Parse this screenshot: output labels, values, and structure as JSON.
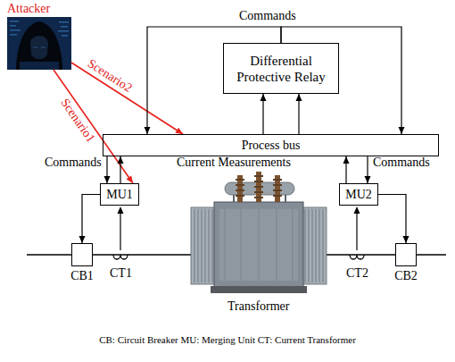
{
  "diagram": {
    "caption": "CB: Circuit Breaker MU: Merging Unit CT: Current Transformer",
    "nodes": [
      {
        "text": [
          "Attacker"
        ]
      },
      {
        "text": [
          "Differential Protective Relay"
        ]
      },
      {
        "text": [
          "Process bus"
        ]
      },
      {
        "text": [
          "MU1"
        ]
      },
      {
        "text": [
          "MU2"
        ]
      },
      {
        "text": [
          "CB1"
        ]
      },
      {
        "text": [
          "CB2"
        ]
      }
    ],
    "edges": [
      {
        "from": 0,
        "to": 3,
        "arrow": "to",
        "label": "Scenario1"
      },
      {
        "from": 0,
        "to": 2,
        "arrow": "to",
        "label": "Scenario2"
      },
      {
        "from": 1,
        "to": 2,
        "arrow": "to"
      },
      {
        "from": 1,
        "to": 2,
        "arrow": "to"
      },
      {
        "from": 2,
        "to": 1,
        "arrow": "to"
      },
      {
        "from": 2,
        "to": 1,
        "arrow": "to"
      },
      {
        "from": 2,
        "to": 3,
        "arrow": "to"
      },
      {
        "from": 3,
        "to": 2,
        "arrow": "to"
      },
      {
        "from": 2,
        "to": 4,
        "arrow": "to"
      },
      {
        "from": 4,
        "to": 2,
        "arrow": "to"
      },
      {
        "from": 3,
        "to": 5,
        "arrow": "to"
      },
      {
        "from": 4,
        "to": 6,
        "arrow": "to"
      }
    ],
    "labels": [
      "Commands",
      "Commands",
      "Current Measurements",
      "Commands",
      "CT1",
      "CT2",
      "Transformer"
    ]
  }
}
